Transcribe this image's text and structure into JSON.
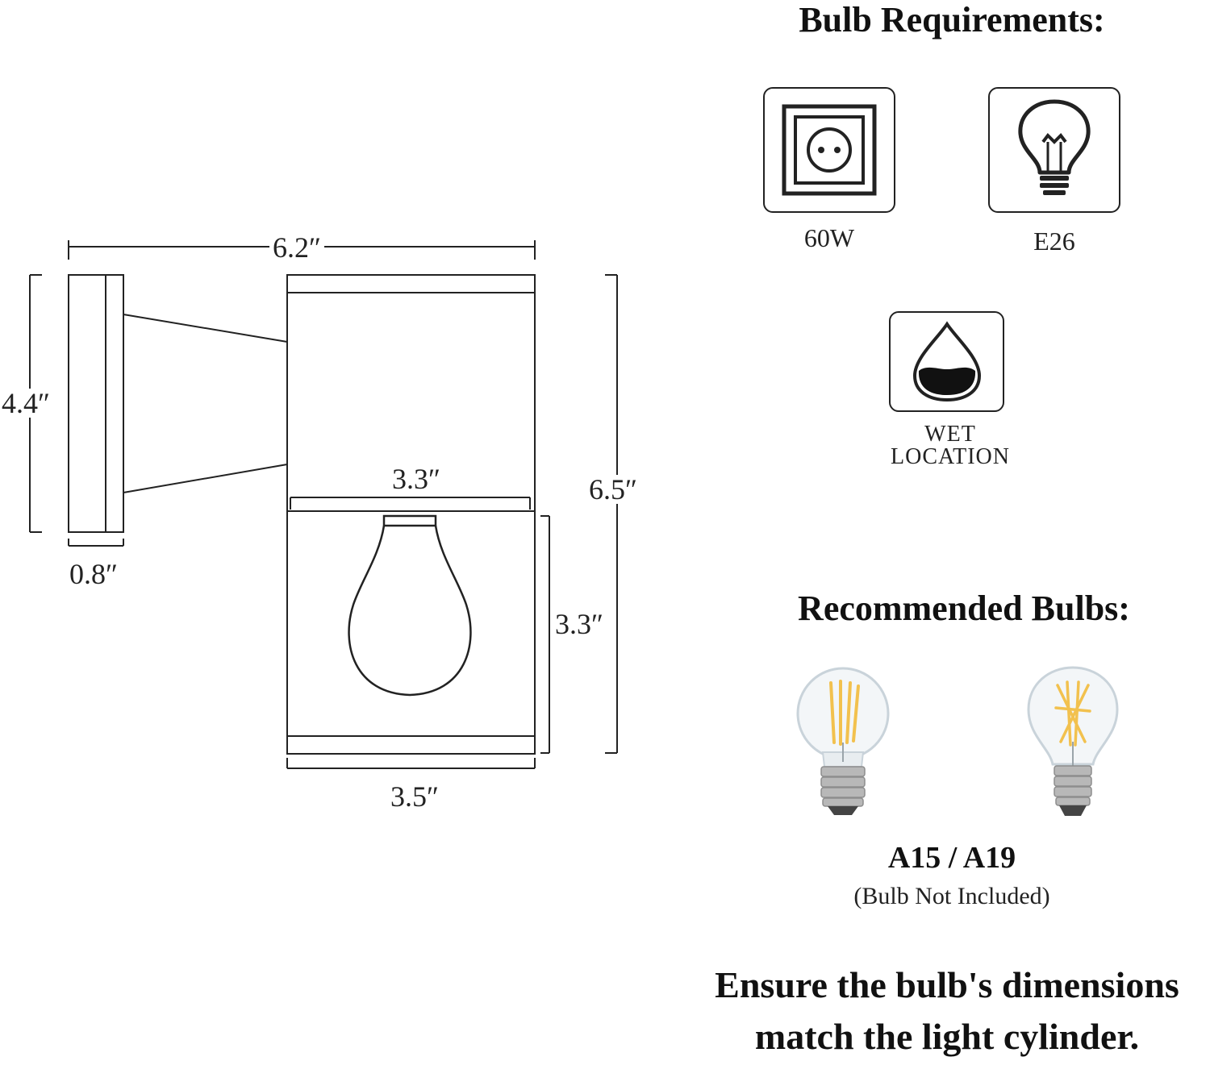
{
  "dimensions": {
    "overall_depth": "6.2″",
    "backplate_height": "4.4″",
    "backplate_depth": "0.8″",
    "bulb_opening_width": "3.3″",
    "overall_height": "6.5″",
    "glass_height": "3.3″",
    "body_width": "3.5″"
  },
  "bulb_requirements": {
    "heading": "Bulb Requirements:",
    "wattage": {
      "label": "60W",
      "icon": "socket-icon"
    },
    "base": {
      "label": "E26",
      "icon": "light-bulb-icon"
    },
    "rating": {
      "line1": "WET",
      "line2": "LOCATION",
      "icon": "water-drop-icon"
    }
  },
  "recommended": {
    "heading": "Recommended Bulbs:",
    "bulb_types": "A15 / A19",
    "note": "(Bulb Not Included)"
  },
  "footer": {
    "line1": "Ensure the bulb's dimensions",
    "line2": "match the light cylinder."
  },
  "colors": {
    "line": "#222222",
    "filament": "#f2c14e",
    "base_metal": "#b8b8b8"
  }
}
